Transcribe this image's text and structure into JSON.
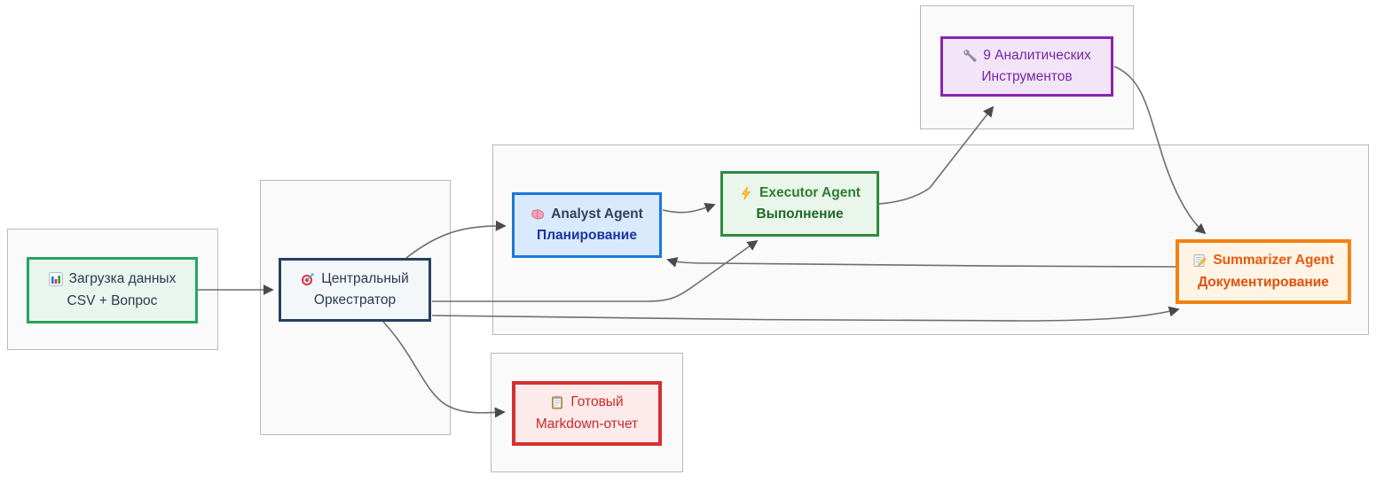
{
  "diagram": {
    "title": "Multi-agent data-analysis pipeline flowchart",
    "nodes": {
      "input": {
        "line1": "Загрузка данных",
        "line2": "CSV + Вопрос",
        "icon": "bar-chart-icon",
        "style": {
          "stroke": "#27a360",
          "fill": "#e9f6ee",
          "t1": "#2a3950",
          "t2": "#2a3950",
          "w1": "400",
          "w2": "400"
        }
      },
      "orchestrator": {
        "line1": "Центральный",
        "line2": "Оркестратор",
        "icon": "target-icon",
        "style": {
          "stroke": "#24405f",
          "fill": "#f4f7fa",
          "t1": "#2a3950",
          "t2": "#2a3950",
          "w1": "400",
          "w2": "400"
        }
      },
      "analyst": {
        "line1": "Analyst Agent",
        "line2": "Планирование",
        "icon": "brain-icon",
        "style": {
          "stroke": "#1a78d8",
          "fill": "#d8eafc",
          "t1": "#31415f",
          "t2": "#1c33a3",
          "w1": "600",
          "w2": "700"
        }
      },
      "executor": {
        "line1": "Executor Agent",
        "line2": "Выполнение",
        "icon": "lightning-icon",
        "style": {
          "stroke": "#2f8b3f",
          "fill": "#eaf5eb",
          "t1": "#2e7d32",
          "t2": "#1e6b24",
          "w1": "600",
          "w2": "700"
        }
      },
      "tools": {
        "line1": "9 Аналитических",
        "line2": "Инструментов",
        "icon": "wrench-icon",
        "style": {
          "stroke": "#8a24ad",
          "fill": "#f3e5f8",
          "t1": "#7527a0",
          "t2": "#7527a0",
          "w1": "400",
          "w2": "400"
        }
      },
      "summarizer": {
        "line1": "Summarizer Agent",
        "line2": "Документирование",
        "icon": "memo-icon",
        "style": {
          "stroke": "#f28211",
          "fill": "#fff4e5",
          "t1": "#e8590c",
          "t2": "#e2500a",
          "w1": "600",
          "w2": "700"
        }
      },
      "report": {
        "line1": "Готовый",
        "line2": "Markdown-отчет",
        "icon": "clipboard-icon",
        "style": {
          "stroke": "#d63030",
          "fill": "#fdeaea",
          "t1": "#cc2929",
          "t2": "#cc2929",
          "w1": "400",
          "w2": "400"
        }
      }
    },
    "edges": [
      {
        "from": "input",
        "to": "orchestrator"
      },
      {
        "from": "orchestrator",
        "to": "analyst"
      },
      {
        "from": "analyst",
        "to": "executor"
      },
      {
        "from": "orchestrator",
        "to": "executor"
      },
      {
        "from": "executor",
        "to": "tools"
      },
      {
        "from": "tools",
        "to": "summarizer"
      },
      {
        "from": "summarizer",
        "to": "analyst"
      },
      {
        "from": "orchestrator",
        "to": "summarizer"
      },
      {
        "from": "orchestrator",
        "to": "report"
      }
    ],
    "colors": {
      "edge": "#6e6e6e",
      "subgraph_fill": "#fafafa",
      "subgraph_border": "#b9b9b9",
      "background": "#ffffff"
    }
  }
}
